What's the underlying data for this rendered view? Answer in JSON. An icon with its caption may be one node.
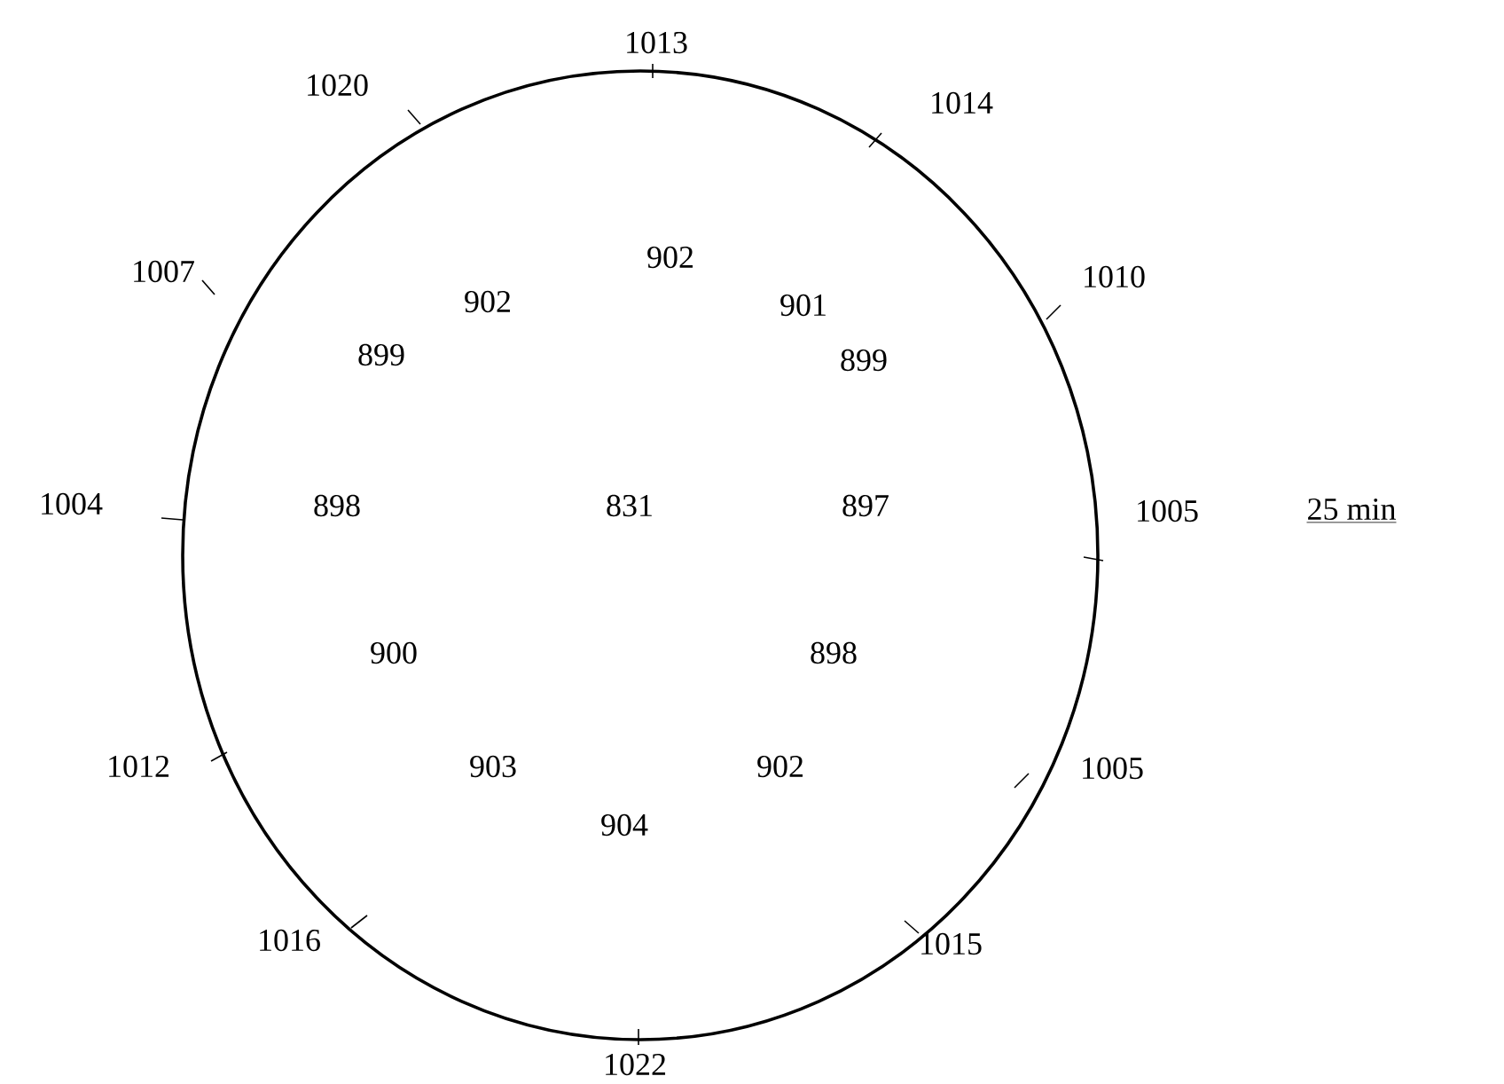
{
  "diagram": {
    "labels": [
      "1013",
      "1020",
      "1014",
      "1007",
      "1010",
      "902",
      "902",
      "901",
      "899",
      "899",
      "1004",
      "898",
      "831",
      "897",
      "1005",
      "25 min",
      "900",
      "898",
      "1012",
      "903",
      "902",
      "1005",
      "904",
      "1016",
      "1015",
      "1022"
    ]
  }
}
